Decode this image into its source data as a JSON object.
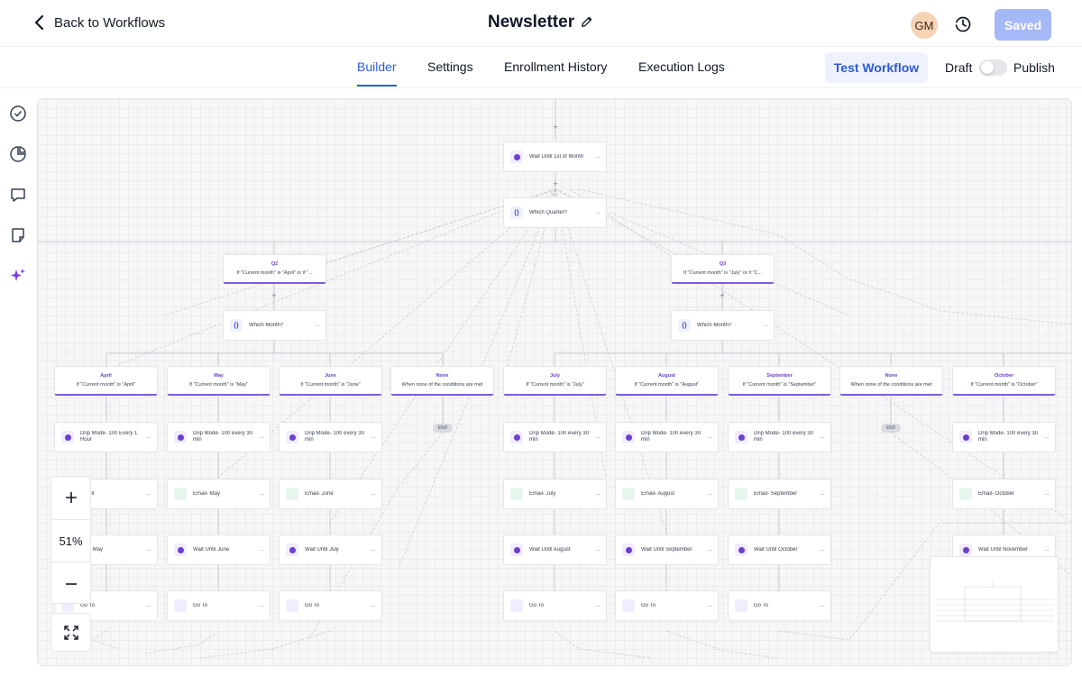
{
  "header": {
    "back_label": "Back to Workflows",
    "title": "Newsletter",
    "avatar_initials": "GM",
    "saved_label": "Saved"
  },
  "tabs": [
    {
      "label": "Builder",
      "active": true
    },
    {
      "label": "Settings",
      "active": false
    },
    {
      "label": "Enrollment History",
      "active": false
    },
    {
      "label": "Execution Logs",
      "active": false
    }
  ],
  "actions": {
    "test_label": "Test Workflow",
    "draft_label": "Draft",
    "publish_label": "Publish",
    "publish_on": false
  },
  "sidebar_icons": [
    "check-circle-icon",
    "pie-chart-icon",
    "chat-icon",
    "note-icon",
    "sparkles-icon"
  ],
  "canvas": {
    "wait_node": "Wait Until 1st of Month",
    "quarter_node": "Which Quarter?",
    "quarters": [
      {
        "name": "Q2",
        "condition": "If \"Current month\" is \"April\" or if \"...",
        "month_node": "Which Month?"
      },
      {
        "name": "Q3",
        "condition": "If \"Current month\" is \"July\" or if \"C...",
        "month_node": "Which Month?"
      }
    ],
    "branches": [
      {
        "name": "April",
        "condition": "If \"Current month\" is \"April\""
      },
      {
        "name": "May",
        "condition": "If \"Current month\" is \"May\""
      },
      {
        "name": "June",
        "condition": "If \"Current month\" is \"June\""
      },
      {
        "name": "None",
        "condition": "When none of the conditions are met"
      },
      {
        "name": "July",
        "condition": "If \"Current month\" is \"July\""
      },
      {
        "name": "August",
        "condition": "If \"Current month\" is \"August\""
      },
      {
        "name": "September",
        "condition": "If \"Current month\" is \"September\""
      },
      {
        "name": "None",
        "condition": "When none of the conditions are met"
      },
      {
        "name": "October",
        "condition": "If \"Current month\" is \"October\""
      }
    ],
    "drip_nodes": [
      "Drip Mode- 100 Every 1 Hour",
      "Drip Mode- 100 every 30 min",
      "Drip Mode- 100 every 30 min",
      "Drip Mode- 100 every 30 min",
      "Drip Mode- 100 every 30 min",
      "Drip Mode- 100 every 30 min",
      "Drip Mode- 100 every 30 min"
    ],
    "email_nodes": [
      "- April",
      "Email- May",
      "Email- June",
      "Email- July",
      "Email- August",
      "Email- September",
      "Email- October"
    ],
    "wait_month_nodes": [
      "Until May",
      "Wait Until June",
      "Wait Until July",
      "Wait Until August",
      "Wait Until September",
      "Wait Until October",
      "Wait Until November"
    ],
    "goto_nodes": [
      "Go To",
      "Go To",
      "Go To",
      "Go To",
      "Go To",
      "Go To"
    ],
    "end_label": "END"
  },
  "zoom": {
    "level": "51%"
  }
}
